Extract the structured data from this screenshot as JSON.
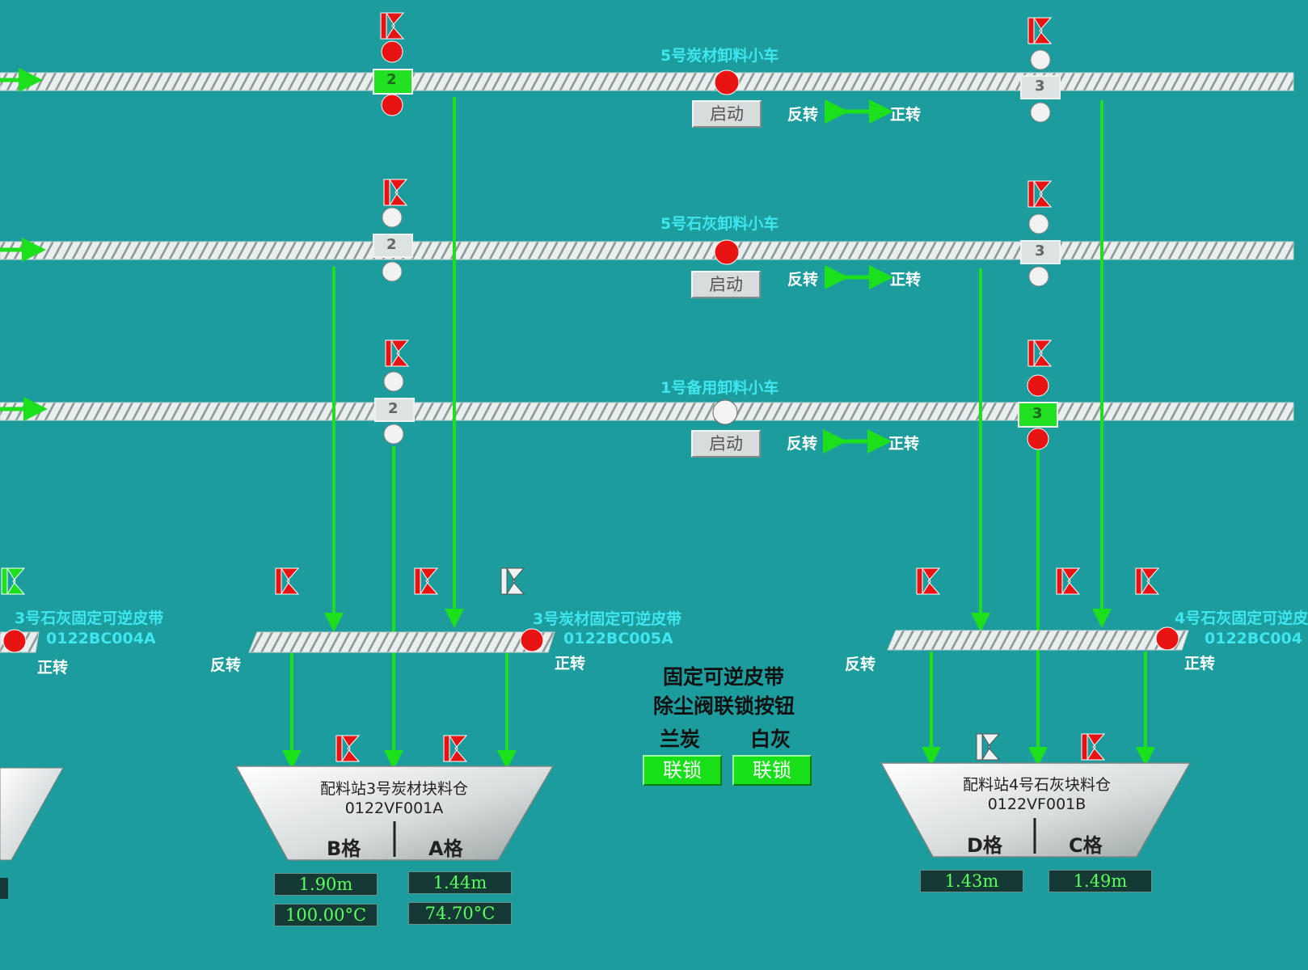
{
  "trolleys": [
    {
      "name": "5号炭材卸料小车",
      "start_label": "启动",
      "reverse_label": "反转",
      "forward_label": "正转",
      "left_pos": "2",
      "right_pos": "3",
      "trolley_status": "running"
    },
    {
      "name": "5号石灰卸料小车",
      "start_label": "启动",
      "reverse_label": "反转",
      "forward_label": "正转",
      "left_pos": "2",
      "right_pos": "3",
      "trolley_status": "running"
    },
    {
      "name": "1号备用卸料小车",
      "start_label": "启动",
      "reverse_label": "反转",
      "forward_label": "正转",
      "left_pos": "2",
      "right_pos": "3",
      "trolley_status": "idle"
    }
  ],
  "reversible_belts": [
    {
      "name": "3号石灰固定可逆皮带",
      "code": "0122BC004A",
      "forward_label": "正转"
    },
    {
      "name": "3号炭材固定可逆皮带",
      "code": "0122BC005A",
      "reverse_label": "反转",
      "forward_label": "正转"
    },
    {
      "name": "4号石灰固定可逆皮",
      "code": "0122BC004",
      "reverse_label": "反转",
      "forward_label": "正转"
    }
  ],
  "interlock_panel": {
    "title_line1": "固定可逆皮带",
    "title_line2": "除尘阀联锁按钮",
    "col1_label": "兰炭",
    "col2_label": "白灰",
    "btn1_label": "联锁",
    "btn2_label": "联锁"
  },
  "bins": [
    {
      "name": "配料站3号炭材块料仓",
      "code": "0122VF001A",
      "left_cell": "B格",
      "right_cell": "A格",
      "left_level": "1.90m",
      "right_level": "1.44m",
      "left_temp": "100.00°C",
      "right_temp": "74.70°C"
    },
    {
      "name": "配料站4号石灰块料仓",
      "code": "0122VF001B",
      "left_cell": "D格",
      "right_cell": "C格",
      "left_level": "1.43m",
      "right_level": "1.49m"
    }
  ],
  "colors": {
    "background": "#1c9c9c",
    "flow_arrow": "#1de01d",
    "running": "#e81414",
    "idle": "#f2f2f2",
    "label_cyan": "#3fe6ef"
  }
}
